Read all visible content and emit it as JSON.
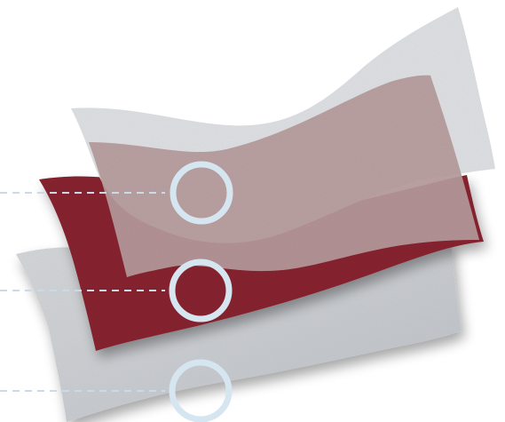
{
  "illustration": {
    "layers": [
      {
        "id": "top",
        "fill": "#dddfe2"
      },
      {
        "id": "overlay",
        "fill": "#b59a9b"
      },
      {
        "id": "middle",
        "fill": "#86222f"
      },
      {
        "id": "bottom",
        "fill": "#d4d6d9"
      }
    ],
    "markers": {
      "ring_color": "#d6e6f1",
      "leader_color": "#c9dbe8",
      "count": 3
    }
  }
}
